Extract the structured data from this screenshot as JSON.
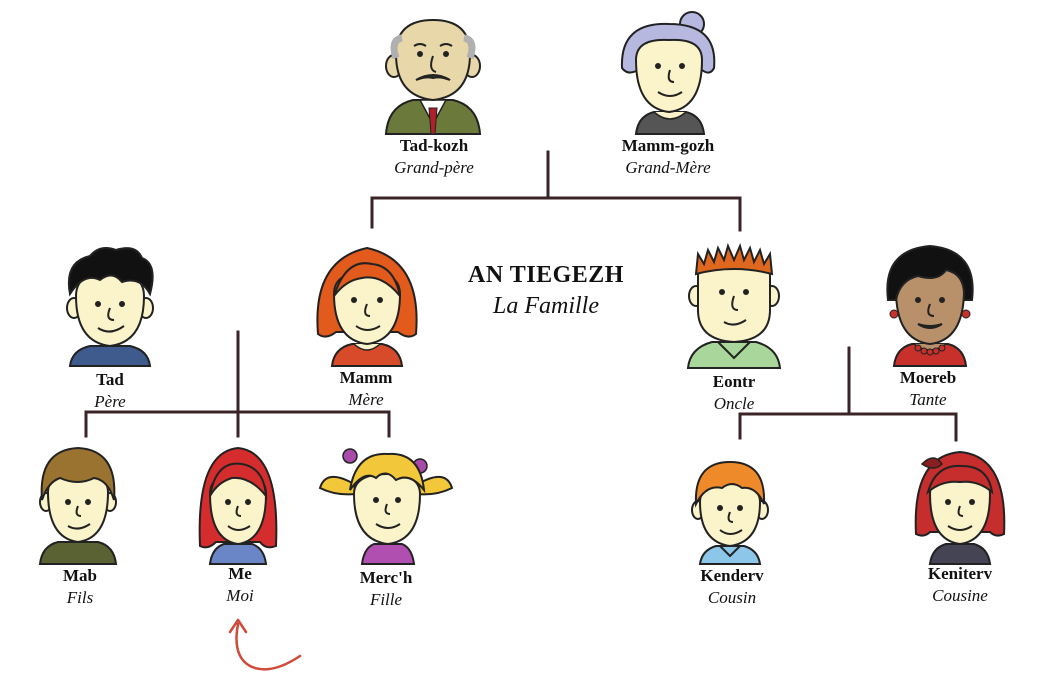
{
  "title": {
    "breton": "AN TIEGEZH",
    "french": "La Famille"
  },
  "colors": {
    "line": "#3b2427",
    "arrow": "#d04a3a",
    "outline": "#222222",
    "skin": "#fbf3c9"
  },
  "people": {
    "tad_kozh": {
      "breton": "Tad-kozh",
      "french": "Grand-père",
      "hair": "bald-grey",
      "hair_color": "#b0b0b0",
      "shirt_color": "#6b7a3a",
      "icon": "grandfather-portrait"
    },
    "mamm_gozh": {
      "breton": "Mamm-gozh",
      "french": "Grand-Mère",
      "hair": "bun",
      "hair_color": "#b6b8e0",
      "shirt_color": "#555555",
      "icon": "grandmother-portrait"
    },
    "tad": {
      "breton": "Tad",
      "french": "Père",
      "hair": "messy",
      "hair_color": "#111111",
      "shirt_color": "#3f5a8c",
      "icon": "father-portrait"
    },
    "mamm": {
      "breton": "Mamm",
      "french": "Mère",
      "hair": "bob",
      "hair_color": "#e25a1c",
      "shirt_color": "#d84b2a",
      "icon": "mother-portrait"
    },
    "eontr": {
      "breton": "Eontr",
      "french": "Oncle",
      "hair": "spiky",
      "hair_color": "#e0681e",
      "shirt_color": "#a9d69a",
      "icon": "uncle-portrait"
    },
    "moereb": {
      "breton": "Moereb",
      "french": "Tante",
      "hair": "bob",
      "hair_color": "#111111",
      "shirt_color": "#c8302b",
      "icon": "aunt-portrait"
    },
    "mab": {
      "breton": "Mab",
      "french": "Fils",
      "hair": "mop",
      "hair_color": "#9a7330",
      "shirt_color": "#5a6233",
      "icon": "son-portrait"
    },
    "me": {
      "breton": "Me",
      "french": "Moi",
      "hair": "long",
      "hair_color": "#d52d2d",
      "shirt_color": "#6b86c7",
      "icon": "me-portrait"
    },
    "merch": {
      "breton": "Merc'h",
      "french": "Fille",
      "hair": "pigtails",
      "hair_color": "#f3c73a",
      "shirt_color": "#b04fb0",
      "icon": "daughter-portrait"
    },
    "kenderv": {
      "breton": "Kenderv",
      "french": "Cousin",
      "hair": "short",
      "hair_color": "#ef8a2a",
      "shirt_color": "#8cc6e8",
      "icon": "cousin-boy-portrait"
    },
    "keniterv": {
      "breton": "Keniterv",
      "french": "Cousine",
      "hair": "long",
      "hair_color": "#c62d2d",
      "shirt_color": "#444455",
      "icon": "cousin-girl-portrait"
    }
  },
  "arrow": {
    "points_to": "me",
    "icon": "curved-arrow-icon"
  }
}
